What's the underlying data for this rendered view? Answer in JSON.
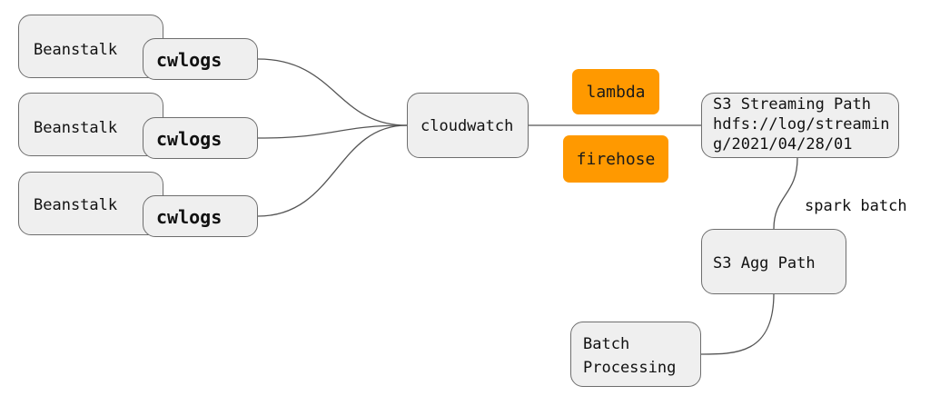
{
  "diagram": {
    "sources": [
      {
        "host": "Beanstalk",
        "agent": "cwlogs"
      },
      {
        "host": "Beanstalk",
        "agent": "cwlogs"
      },
      {
        "host": "Beanstalk",
        "agent": "cwlogs"
      }
    ],
    "hub": "cloudwatch",
    "transports": {
      "top": "lambda",
      "bottom": "firehose"
    },
    "streaming": {
      "line1": "S3 Streaming Path",
      "line2": "hdfs://log/streamin",
      "line3": "g/2021/04/28/01"
    },
    "edge_label": "spark batch",
    "agg": "S3 Agg Path",
    "batch": {
      "line1": "Batch",
      "line2": "Processing"
    },
    "colors": {
      "node_fill": "#efefef",
      "node_border": "#6e6e6e",
      "accent": "#ff9900",
      "edge": "#555555"
    }
  }
}
